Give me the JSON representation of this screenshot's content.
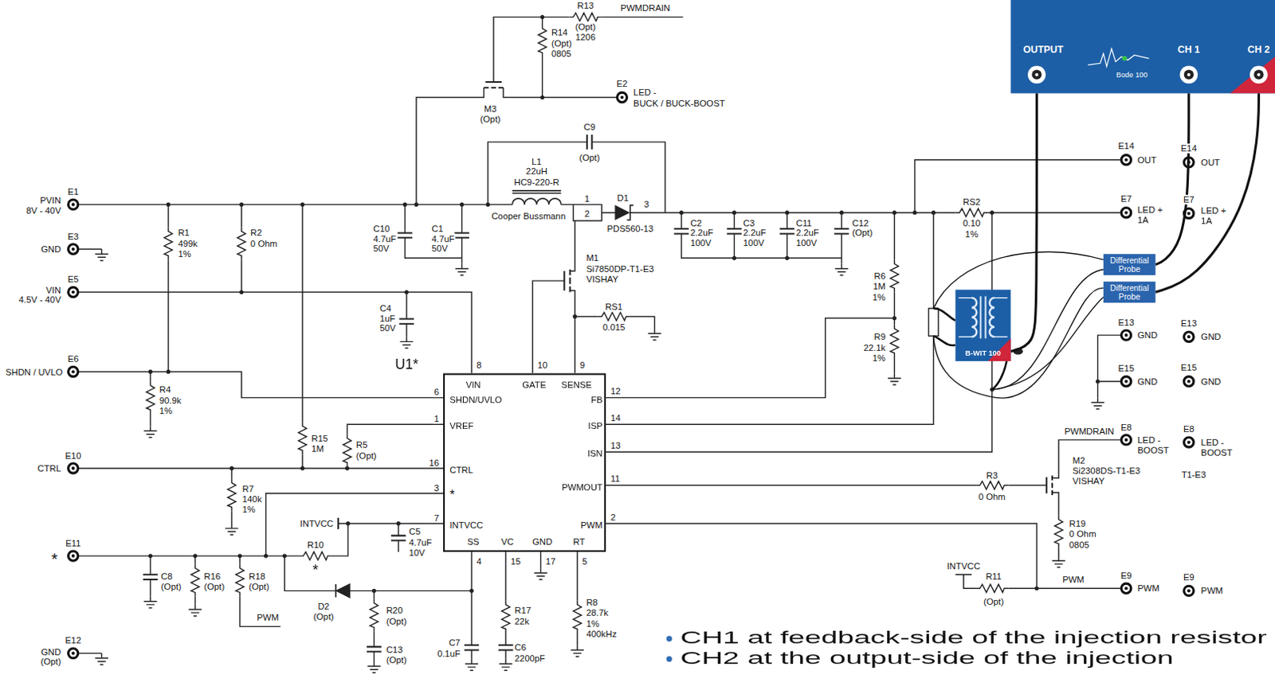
{
  "diagram": {
    "nodes": [
      {
        "text": [
          "OUTPUT",
          "CH 1",
          "CH 2",
          "Bode 100"
        ]
      },
      {
        "text": [
          "Differential Probe"
        ]
      },
      {
        "text": [
          "Differential Probe"
        ]
      },
      {
        "text": [
          "B-WIT 100"
        ]
      },
      {
        "text": [
          "U1*",
          "VIN",
          "GATE",
          "SENSE",
          "SHDN/UVLO",
          "VREF",
          "CTRL",
          "*",
          "INTVCC",
          "SS",
          "VC",
          "GND",
          "RT",
          "FB",
          "ISP",
          "ISN",
          "PWMOUT",
          "PWM"
        ]
      }
    ],
    "edges": [
      {
        "from": 0,
        "to": 1,
        "arrow": "none"
      },
      {
        "from": 0,
        "to": 2,
        "arrow": "none"
      },
      {
        "from": 0,
        "to": 3,
        "arrow": "none"
      }
    ],
    "labels": [
      "E1",
      "PVIN",
      "8V - 40V",
      "E3",
      "GND",
      "E5",
      "VIN",
      "4.5V - 40V",
      "E6",
      "SHDN / UVLO",
      "E10",
      "CTRL",
      "E11",
      "*",
      "E12",
      "GND",
      "(Opt)",
      "R1",
      "499k",
      "1%",
      "R2",
      "0 Ohm",
      "C10",
      "4.7uF",
      "50V",
      "C1",
      "4.7uF",
      "50V",
      "R13",
      "(Opt)",
      "1206",
      "PWMDRAIN",
      "R14",
      "(Opt)",
      "0805",
      "E2",
      "LED -",
      "BUCK / BUCK-BOOST",
      "M3",
      "(Opt)",
      "C9",
      "(Opt)",
      "L1",
      "22uH",
      "HC9-220-R",
      "Cooper Bussmann",
      "1",
      "2",
      "D1",
      "3",
      "PDS560-13",
      "M1",
      "Si7850DP-T1-E3",
      "VISHAY",
      "RS1",
      "0.015",
      "C4",
      "1uF",
      "50V",
      "8",
      "10",
      "9",
      "6",
      "1",
      "16",
      "3",
      "7",
      "R4",
      "90.9k",
      "1%",
      "R15",
      "1M",
      "R5",
      "(Opt)",
      "R7",
      "140k",
      "1%",
      "INTVCC",
      "C5",
      "4.7uF",
      "10V",
      "R10",
      "*",
      "C8",
      "(Opt)",
      "R16",
      "(Opt)",
      "R18",
      "(Opt)",
      "PWM",
      "D2",
      "(Opt)",
      "R20",
      "(Opt)",
      "C13",
      "(Opt)",
      "C7",
      "0.1uF",
      "R17",
      "22k",
      "C6",
      "2200pF",
      "R8",
      "28.7k",
      "1%",
      "400kHz",
      "4",
      "15",
      "17",
      "5",
      "12",
      "14",
      "13",
      "11",
      "2",
      "C2",
      "2.2uF",
      "100V",
      "C3",
      "2.2uF",
      "100V",
      "C11",
      "2.2uF",
      "100V",
      "C12",
      "(Opt)",
      "E14",
      "OUT",
      "RS2",
      "0.10",
      "1%",
      "E7",
      "LED +",
      "1A",
      "R6",
      "1M",
      "1%",
      "R9",
      "22.1k",
      "1%",
      "E13",
      "GND",
      "E15",
      "GND",
      "PWMDRAIN",
      "E8",
      "LED -",
      "BOOST",
      "M2",
      "Si2308DS-T1-E3",
      "VISHAY",
      "R3",
      "0 Ohm",
      "R19",
      "0 Ohm",
      "0805",
      "INTVCC",
      "R11",
      "(Opt)",
      "PWM",
      "E9",
      "PWM",
      "E14",
      "OUT",
      "E7",
      "LED +",
      "1A",
      "E13",
      "GND",
      "E15",
      "GND",
      "E8",
      "LED -",
      "BOOST",
      "T1-E3",
      "E9",
      "PWM",
      "CH1 at feedback-side of the injection resistor",
      "CH2 at the output-side of the injection"
    ]
  }
}
